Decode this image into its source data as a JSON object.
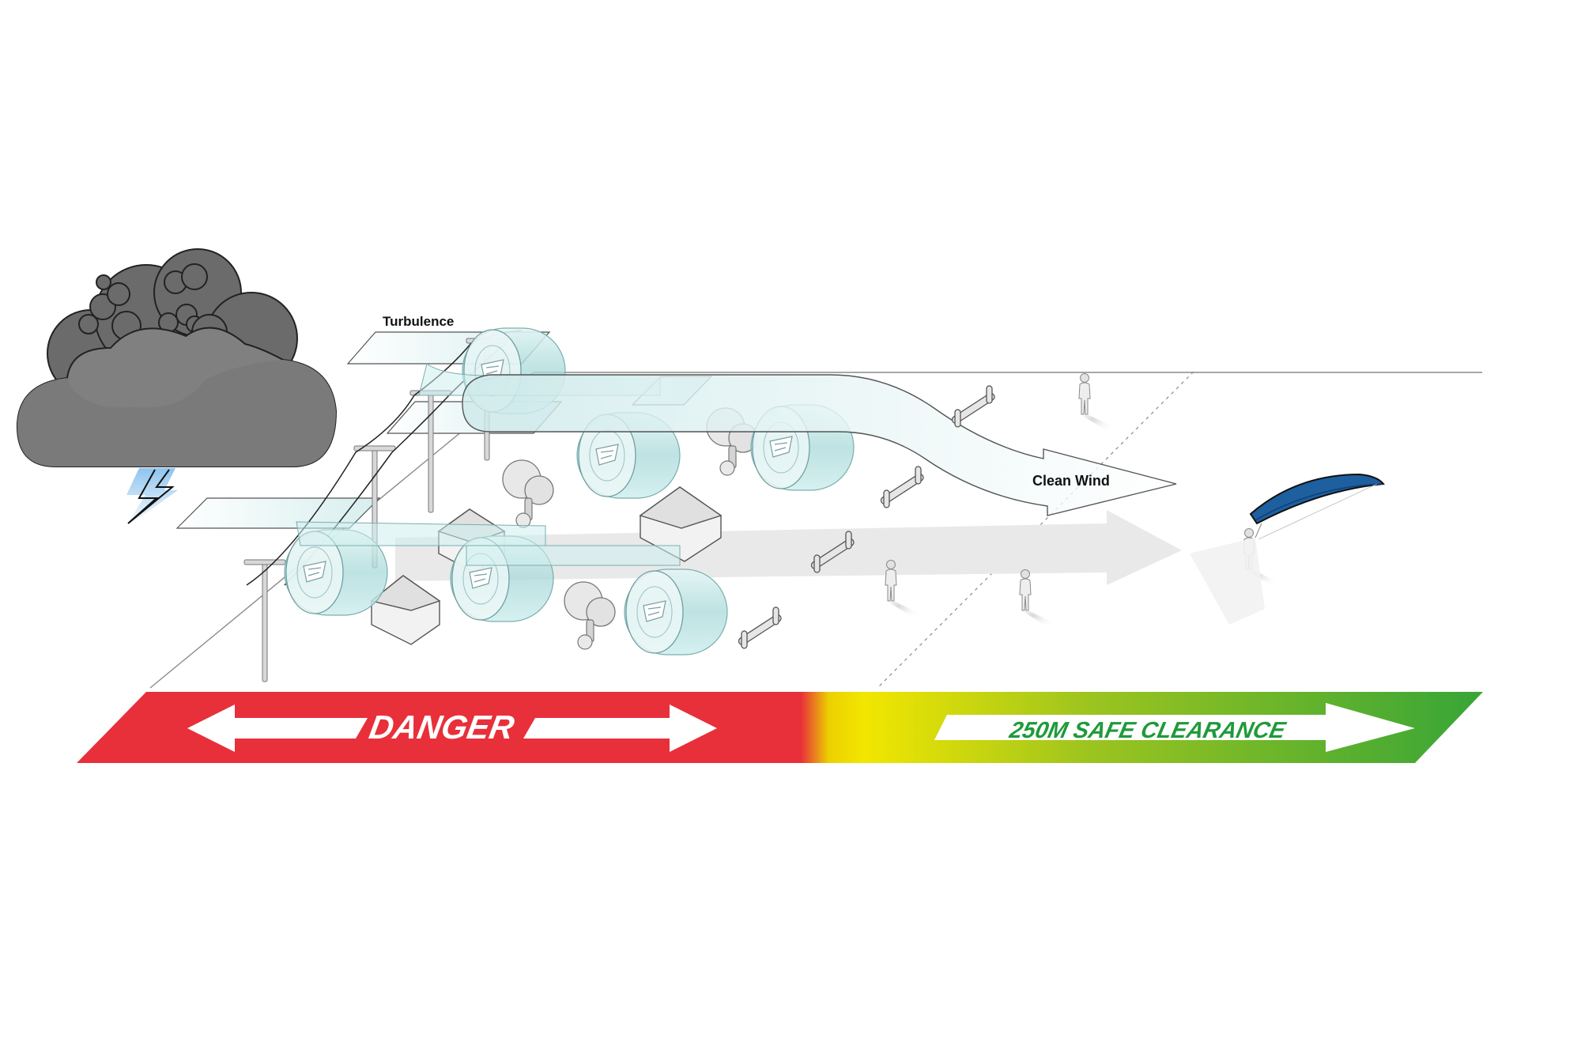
{
  "labels": {
    "turbulence": "Turbulence",
    "clean_wind": "Clean Wind",
    "danger": "DANGER",
    "safe": "250M SAFE CLEARANCE"
  },
  "colors": {
    "danger_red": "#e8303a",
    "gradient_yellow": "#f2e600",
    "safe_green": "#3aa83a",
    "safe_text": "#1f9a3a",
    "kite_blue": "#1e5fa0",
    "cloud_dark": "#6b6b6b",
    "cloud_mid": "#858585",
    "wind_tube": "#bfe4e4"
  },
  "icons": [
    "storm-cloud-icon",
    "lightning-icon",
    "power-pole-icon",
    "house-icon",
    "tree-icon",
    "fence-icon",
    "person-icon",
    "kite-icon"
  ]
}
